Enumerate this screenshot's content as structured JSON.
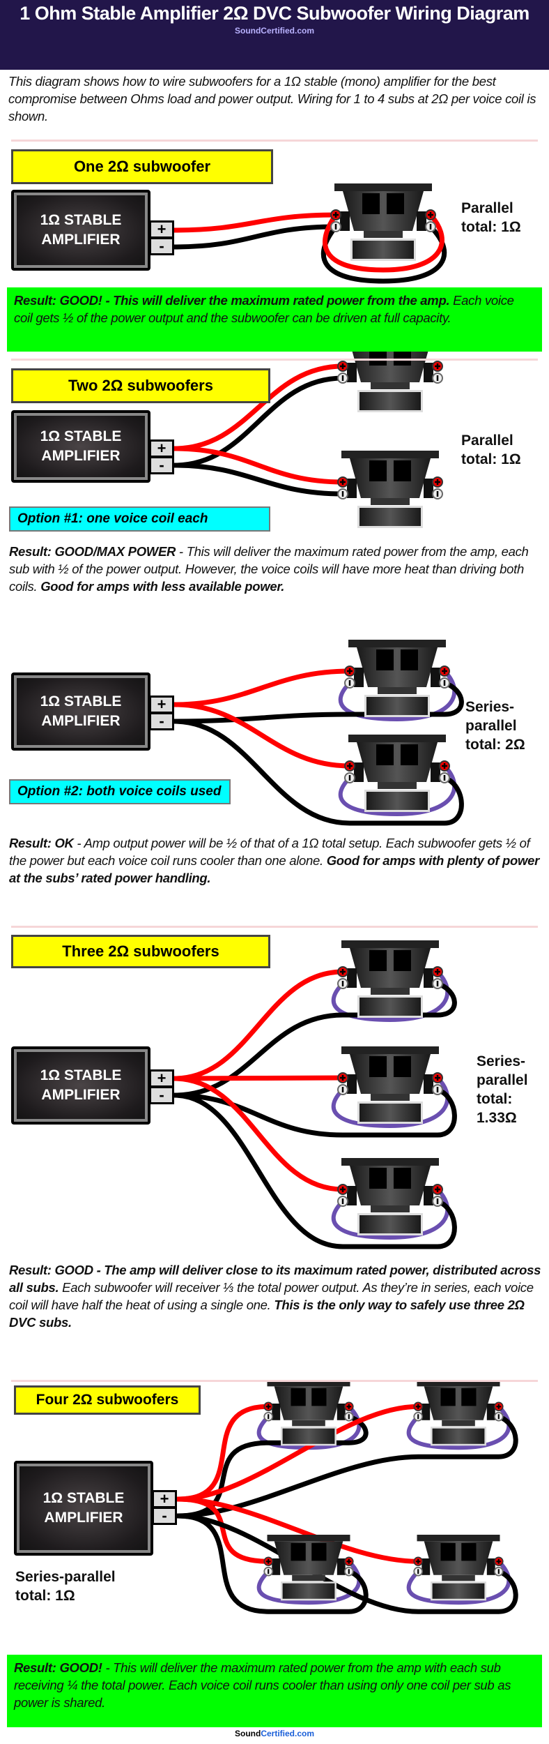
{
  "header": {
    "title": "1 Ohm Stable Amplifier 2Ω DVC Subwoofer Wiring Diagram",
    "site": "SoundCertified.com"
  },
  "intro": "This diagram shows how to wire subwoofers for a 1Ω stable (mono) amplifier for the best compromise between Ohms load and power output. Wiring for 1 to 4 subs at 2Ω per voice coil is shown.",
  "amp": {
    "line1": "1Ω STABLE",
    "line2": "AMPLIFIER",
    "plus": "+",
    "minus": "-"
  },
  "colors": {
    "header_bg": "#22164a",
    "heading_bg": "#ffff00",
    "option_bg": "#00ffff",
    "good_bg": "#00ff00",
    "positive_wire": "#ff0000",
    "negative_wire": "#000000",
    "coil_jumper": "#6a4fb0"
  },
  "sections": [
    {
      "heading": "One 2Ω subwoofer",
      "total": "Parallel total: 1Ω",
      "result": [
        {
          "text": "Result: GOOD! - This will deliver the maximum rated power from the amp.",
          "bold": true
        },
        {
          "text": " Each voice coil gets ½ of the power output and the subwoofer can be driven at full capacity.",
          "bold": false
        }
      ]
    },
    {
      "heading": "Two 2Ω subwoofers",
      "total": "Parallel total: 1Ω",
      "option1": "Option #1: one voice coil each",
      "result1": [
        {
          "text": "Result: GOOD/MAX POWER",
          "bold": true
        },
        {
          "text": " - This will deliver the maximum rated power from the amp, each sub with ½ of the power output. However, the voice coils will have more heat than driving both coils. ",
          "bold": false
        },
        {
          "text": "Good for amps with less available power.",
          "bold": true
        }
      ],
      "total2": "Series-parallel total: 2Ω",
      "option2": "Option #2: both voice coils used",
      "result2": [
        {
          "text": "Result: OK",
          "bold": true
        },
        {
          "text": " - Amp output power will be ½ of that of a 1Ω total setup. Each subwoofer gets ½ of the power but each voice coil runs cooler than one alone. ",
          "bold": false
        },
        {
          "text": "Good for amps with plenty of power at the subs’ rated power handling.",
          "bold": true
        }
      ]
    },
    {
      "heading": "Three 2Ω subwoofers",
      "total": "Series-parallel total: 1.33Ω",
      "result": [
        {
          "text": "Result: GOOD - The amp will deliver close to its maximum rated power, distributed across all subs.",
          "bold": true
        },
        {
          "text": " Each subwoofer will receiver ⅓ the total power output. As they’re in series, each voice coil will have half the heat of using a single one. ",
          "bold": false
        },
        {
          "text": "This is the only way to safely use three 2Ω DVC subs.",
          "bold": true
        }
      ]
    },
    {
      "heading": "Four 2Ω subwoofers",
      "total": "Series-parallel total: 1Ω",
      "result": [
        {
          "text": "Result: GOOD!",
          "bold": true
        },
        {
          "text": " - This will deliver the maximum rated power from the amp with each sub receiving ¼ the total power. Each voice coil runs cooler than using only one coil per sub as power is shared.",
          "bold": false
        }
      ]
    }
  ],
  "footer": {
    "part1": "Sound",
    "part2": "Certified.com"
  }
}
